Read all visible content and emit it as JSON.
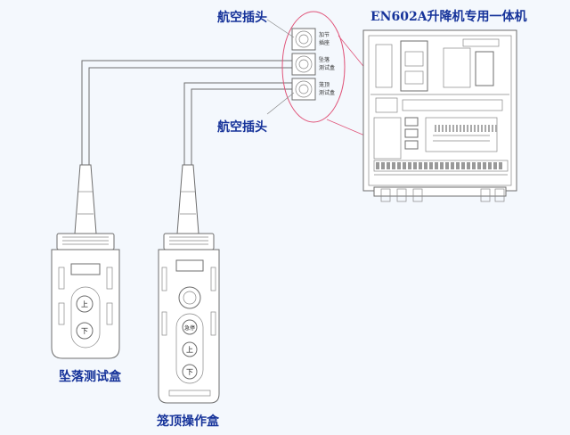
{
  "title": "EN602A升降机专用一体机",
  "labels": {
    "connector_top": "航空插头",
    "connector_bottom": "航空插头",
    "fall_test_box": "坠落测试盒",
    "cage_top_box": "笼顶操作盒"
  },
  "connectors": [
    {
      "line1": "加节",
      "line2": "插座"
    },
    {
      "line1": "坠落",
      "line2": "测试盒"
    },
    {
      "line1": "笼顶",
      "line2": "测试盒"
    }
  ],
  "fall_box_buttons": [
    "上",
    "下"
  ],
  "cage_box_buttons": [
    "急停",
    "上",
    "下"
  ],
  "colors": {
    "text_blue": "#16339a",
    "highlight_red": "#e0557a",
    "line": "#6e6e6e"
  }
}
